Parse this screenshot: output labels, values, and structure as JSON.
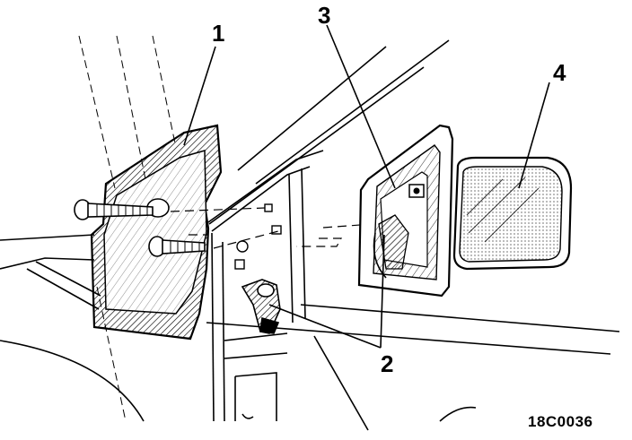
{
  "callouts": [
    {
      "id": "1",
      "text": "1"
    },
    {
      "id": "2",
      "text": "2"
    },
    {
      "id": "3",
      "text": "3"
    },
    {
      "id": "4",
      "text": "4"
    }
  ],
  "figure_code": "18C0036",
  "colors": {
    "ink": "#000000",
    "paper": "#ffffff"
  }
}
